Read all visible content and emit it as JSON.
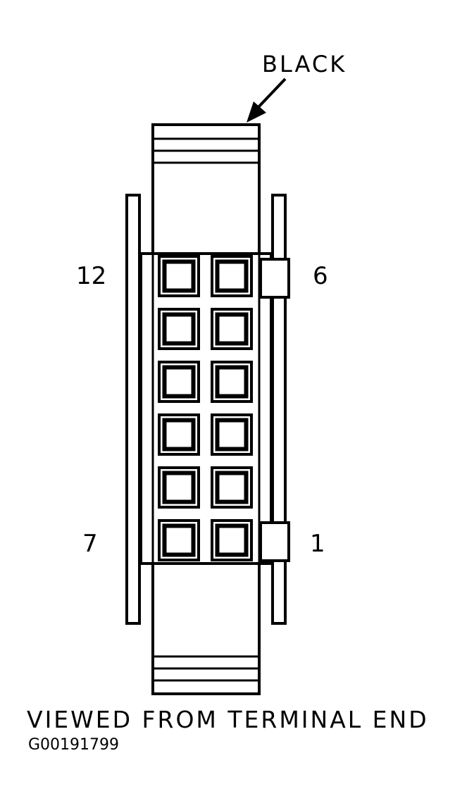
{
  "connector": {
    "wire_color_label": "BLACK",
    "pin_labels": {
      "top_left": "12",
      "top_right": "6",
      "bottom_left": "7",
      "bottom_right": "1"
    },
    "terminal_grid": {
      "rows": 6,
      "columns": 2
    }
  },
  "caption": {
    "view_note": "VIEWED FROM TERMINAL END",
    "figure_id": "G00191799"
  },
  "colors": {
    "ink": "#000000",
    "paper": "#ffffff"
  },
  "icons": {
    "pointer": "arrow-icon"
  }
}
